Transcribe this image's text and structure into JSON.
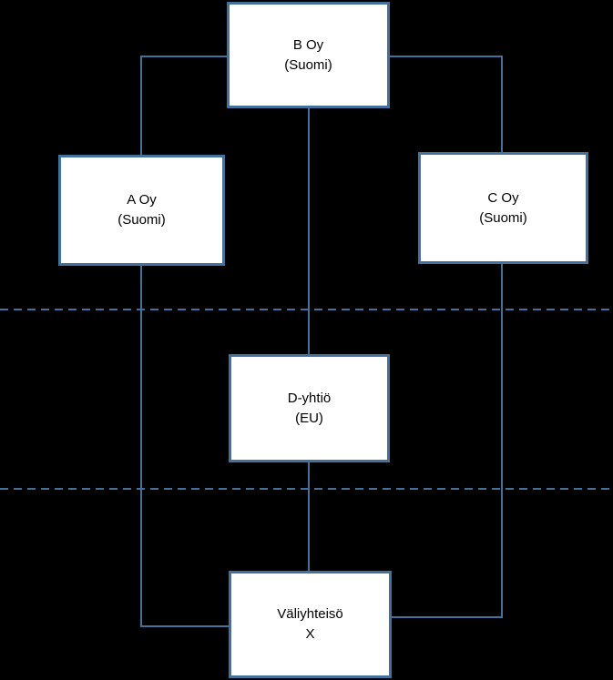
{
  "diagram": {
    "type": "corporate-structure-diagram",
    "colors": {
      "background": "#000000",
      "line": "#41719C",
      "box-border": "#41719C",
      "box-fill": "#FFFFFF",
      "text": "#000000"
    },
    "nodes": {
      "b": {
        "line1": "B Oy",
        "line2": "(Suomi)"
      },
      "a": {
        "line1": "A Oy",
        "line2": "(Suomi)"
      },
      "c": {
        "line1": "C Oy",
        "line2": "(Suomi)"
      },
      "d": {
        "line1": "D-yhtiö",
        "line2": "(EU)"
      },
      "v": {
        "line1": "Väliyhteisö",
        "line2": "X"
      }
    },
    "edges": [
      {
        "from": "B Oy (Suomi)",
        "to": "A Oy (Suomi)"
      },
      {
        "from": "B Oy (Suomi)",
        "to": "C Oy (Suomi)"
      },
      {
        "from": "B Oy (Suomi)",
        "to": "D-yhtiö (EU)"
      },
      {
        "from": "D-yhtiö (EU)",
        "to": "Väliyhteisö X"
      },
      {
        "from": "A Oy (Suomi)",
        "to": "Väliyhteisö X"
      },
      {
        "from": "C Oy (Suomi)",
        "to": "Väliyhteisö X"
      }
    ],
    "boundaries": [
      {
        "style": "dashed",
        "position": "between Suomi tier and EU tier"
      },
      {
        "style": "dashed",
        "position": "between EU tier and Väliyhteisö tier"
      }
    ]
  }
}
